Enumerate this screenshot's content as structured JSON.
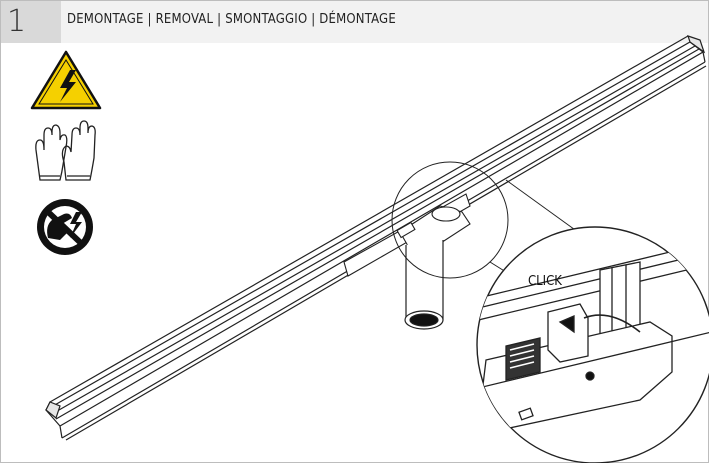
{
  "step": {
    "number": "1"
  },
  "header": {
    "title": "DEMONTAGE | REMOVAL | SMONTAGGIO | DÉMONTAGE"
  },
  "icons": {
    "warning": "high-voltage-warning-icon",
    "gloves": "protective-gloves-icon",
    "no_touch": "do-not-touch-live-parts-icon"
  },
  "detail": {
    "callout_text": "CLICK"
  },
  "colors": {
    "warning_yellow": "#f5d000",
    "header_grey": "#d9d9d9",
    "line": "#222222"
  }
}
